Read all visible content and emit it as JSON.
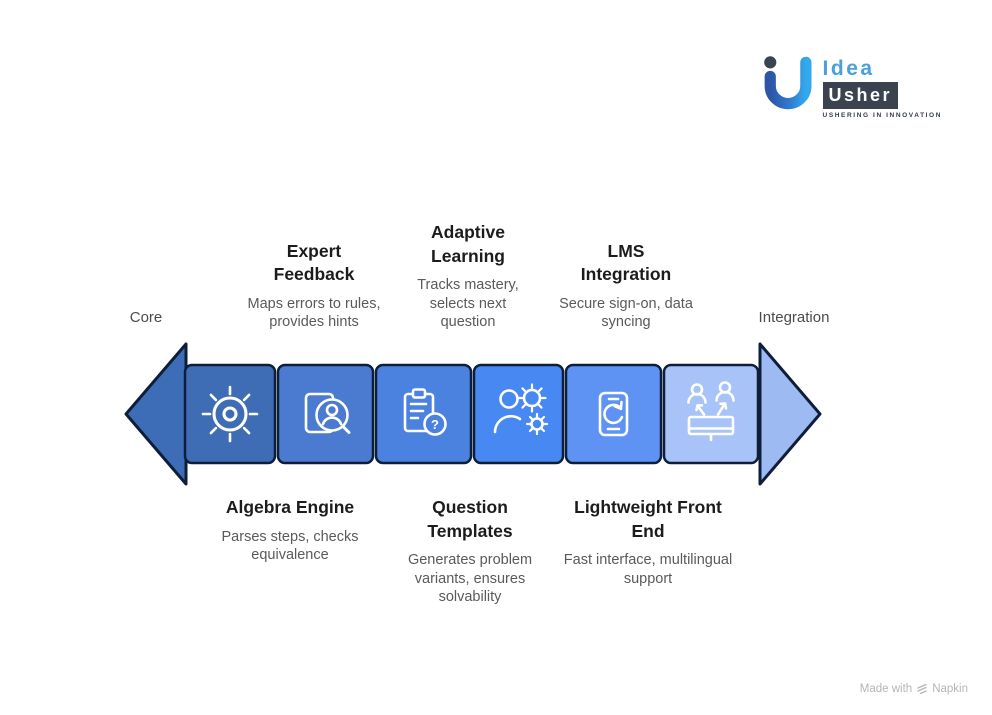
{
  "logo": {
    "brand_top": "Idea",
    "brand_bottom": "Usher",
    "tagline": "USHERING IN INNOVATION",
    "colors": {
      "dot": "#3A4454",
      "u_left": "#2D55A5",
      "u_mid": "#2E7BD0",
      "u_right": "#35A8EC",
      "usher_box": "#3B4350"
    }
  },
  "axis": {
    "left_label": "Core",
    "right_label": "Integration"
  },
  "top_items": [
    {
      "title": "Expert Feedback",
      "desc": "Maps errors to rules, provides hints"
    },
    {
      "title": "Adaptive Learning",
      "desc": "Tracks mastery, selects next question"
    },
    {
      "title": "LMS Integration",
      "desc": "Secure sign-on, data syncing"
    }
  ],
  "bottom_items": [
    {
      "title": "Algebra Engine",
      "desc": "Parses steps, checks equivalence"
    },
    {
      "title": "Question Templates",
      "desc": "Generates problem variants, ensures solvability"
    },
    {
      "title": "Lightweight Front End",
      "desc": "Fast interface, multilingual support"
    }
  ],
  "arrow": {
    "border_color": "#0E1E38",
    "icon_color": "#FFFFFF",
    "left_head_color": "#3E6DB8",
    "right_head_color": "#9DBAF2",
    "question_mark": "?",
    "segments": [
      {
        "name": "algebra-engine",
        "icon": "sun-gear-icon",
        "color": "#3E6CB5"
      },
      {
        "name": "expert-feedback",
        "icon": "user-search-icon",
        "color": "#4A7BD0"
      },
      {
        "name": "question-templates",
        "icon": "clipboard-question-icon",
        "color": "#4B81DF"
      },
      {
        "name": "adaptive-learning",
        "icon": "person-gear-icon",
        "color": "#4888F2"
      },
      {
        "name": "lightweight-front-end",
        "icon": "phone-sync-icon",
        "color": "#5E93F4"
      },
      {
        "name": "lms-integration",
        "icon": "monitor-users-icon",
        "color": "#A7C3F8"
      }
    ]
  },
  "footer": {
    "made_with": "Made with",
    "brand": "Napkin"
  }
}
